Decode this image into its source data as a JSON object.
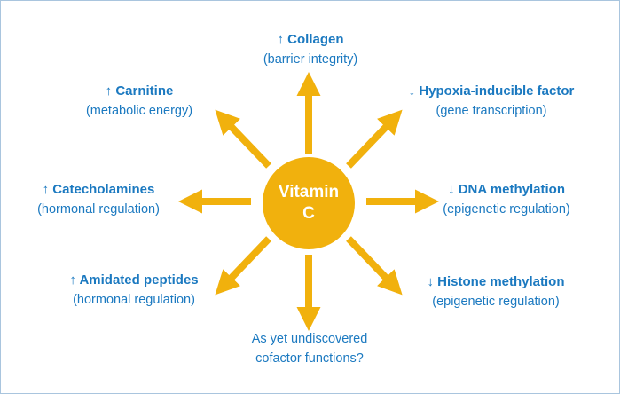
{
  "colors": {
    "gold": "#F1B10D",
    "blue": "#1B79C0",
    "border": "#A9C5DE"
  },
  "center": {
    "line1": "Vitamin",
    "line2": "C"
  },
  "nodes": [
    {
      "id": "collagen",
      "title": "↑ Collagen",
      "subtitle": "(barrier integrity)"
    },
    {
      "id": "hypoxia",
      "title": "↓ Hypoxia-inducible factor",
      "subtitle": "(gene transcription)"
    },
    {
      "id": "dna",
      "title": "↓ DNA methylation",
      "subtitle": "(epigenetic regulation)"
    },
    {
      "id": "histone",
      "title": "↓ Histone methylation",
      "subtitle": "(epigenetic regulation)"
    },
    {
      "id": "undiscovered",
      "title": "As yet undiscovered",
      "subtitle": "cofactor functions?"
    },
    {
      "id": "amidated",
      "title": "↑ Amidated peptides",
      "subtitle": "(hormonal regulation)"
    },
    {
      "id": "catecholamines",
      "title": "↑ Catecholamines",
      "subtitle": "(hormonal regulation)"
    },
    {
      "id": "carnitine",
      "title": "↑ Carnitine",
      "subtitle": "(metabolic energy)"
    }
  ]
}
